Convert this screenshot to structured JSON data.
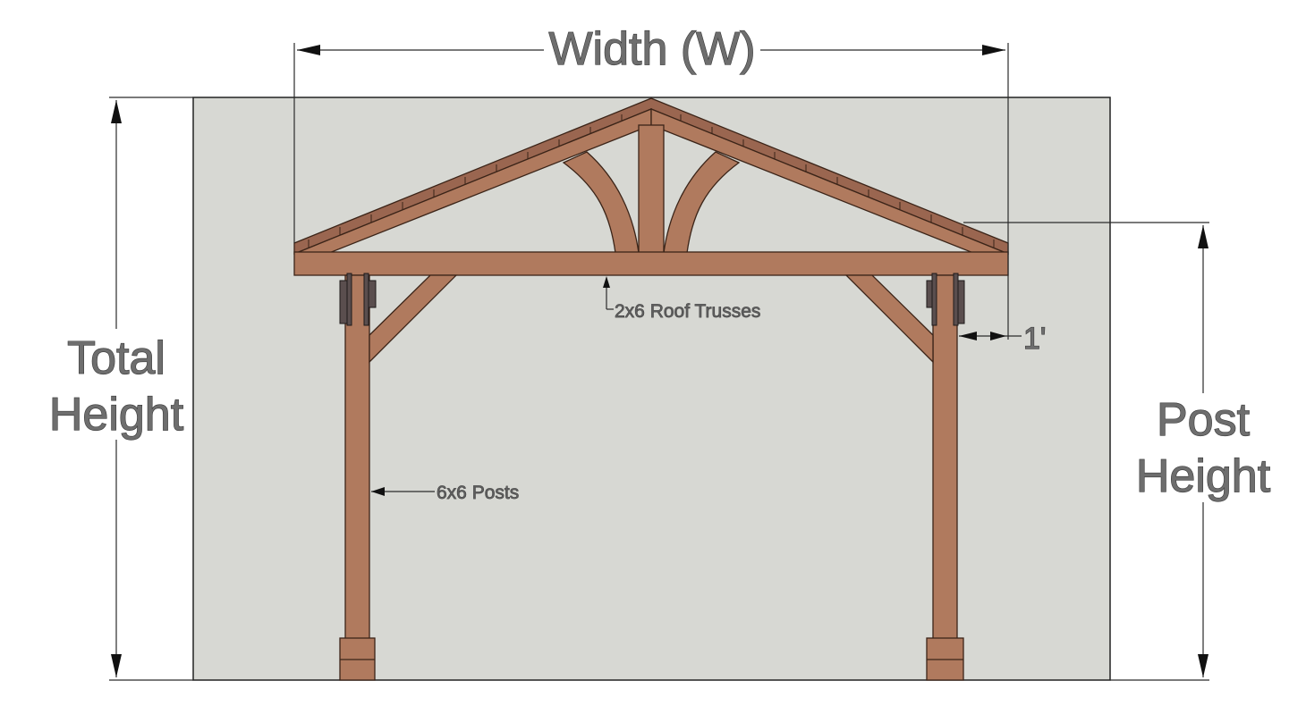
{
  "labels": {
    "width": "Width (W)",
    "total_height_line1": "Total",
    "total_height_line2": "Height",
    "post_height_line1": "Post",
    "post_height_line2": "Height",
    "roof_trusses": "2x6 Roof Trusses",
    "posts": "6x6 Posts",
    "overhang": "1'"
  },
  "colors": {
    "background_panel": "#d7d8d3",
    "wood": "#b07a5e",
    "outline": "#3b2418",
    "dimension_text": "#6e6e6e"
  }
}
